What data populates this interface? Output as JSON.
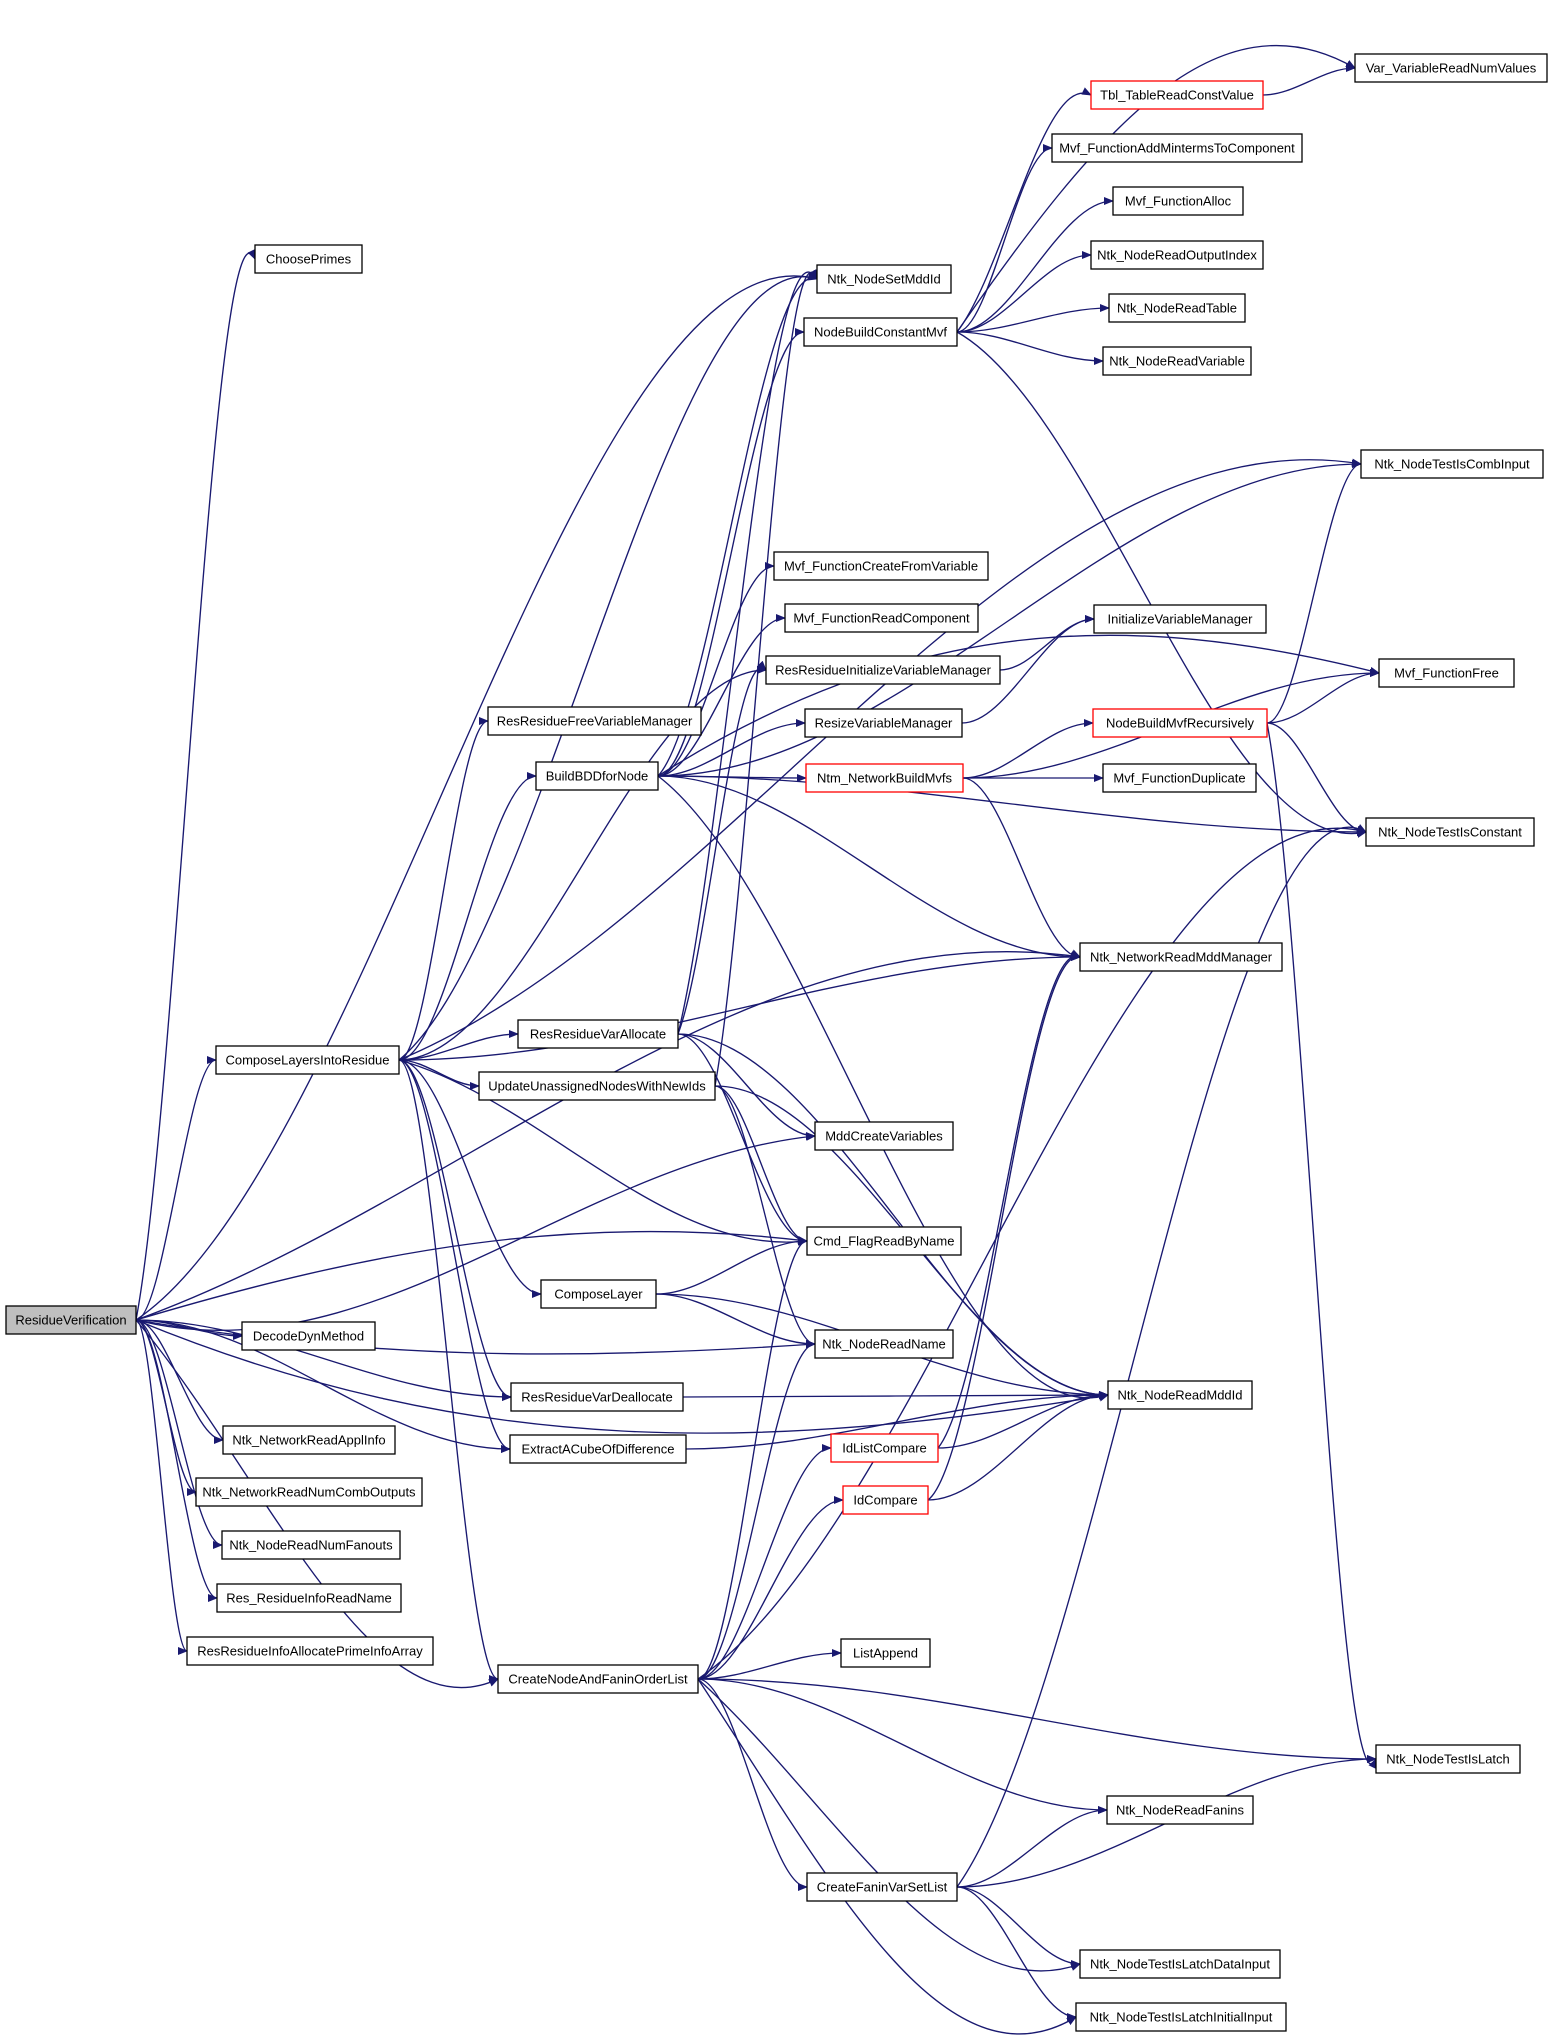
{
  "diagram": {
    "type": "call-graph",
    "colors": {
      "edge": "#191970",
      "node_border": "#000000",
      "truncated_node_border": "#ff0000",
      "root_fill": "#bfbfbf"
    },
    "nodes": [
      {
        "id": "ResidueVerification",
        "label": "ResidueVerification",
        "style": "root"
      },
      {
        "id": "ChoosePrimes",
        "label": "ChoosePrimes",
        "style": "normal"
      },
      {
        "id": "DecodeDynMethod",
        "label": "DecodeDynMethod",
        "style": "normal"
      },
      {
        "id": "Ntk_NetworkReadApplInfo",
        "label": "Ntk_NetworkReadApplInfo",
        "style": "normal"
      },
      {
        "id": "Ntk_NetworkReadNumCombOutputs",
        "label": "Ntk_NetworkReadNumCombOutputs",
        "style": "normal"
      },
      {
        "id": "Ntk_NodeReadNumFanouts",
        "label": "Ntk_NodeReadNumFanouts",
        "style": "normal"
      },
      {
        "id": "Res_ResidueInfoReadName",
        "label": "Res_ResidueInfoReadName",
        "style": "normal"
      },
      {
        "id": "ResResidueInfoAllocatePrimeInfoArray",
        "label": "ResResidueInfoAllocatePrimeInfoArray",
        "style": "normal"
      },
      {
        "id": "ComposeLayersIntoResidue",
        "label": "ComposeLayersIntoResidue",
        "style": "normal"
      },
      {
        "id": "ResResidueFreeVariableManager",
        "label": "ResResidueFreeVariableManager",
        "style": "normal"
      },
      {
        "id": "BuildBDDforNode",
        "label": "BuildBDDforNode",
        "style": "normal"
      },
      {
        "id": "ResResidueVarAllocate",
        "label": "ResResidueVarAllocate",
        "style": "normal"
      },
      {
        "id": "UpdateUnassignedNodesWithNewIds",
        "label": "UpdateUnassignedNodesWithNewIds",
        "style": "normal"
      },
      {
        "id": "ComposeLayer",
        "label": "ComposeLayer",
        "style": "normal"
      },
      {
        "id": "ResResidueVarDeallocate",
        "label": "ResResidueVarDeallocate",
        "style": "normal"
      },
      {
        "id": "ExtractACubeOfDifference",
        "label": "ExtractACubeOfDifference",
        "style": "normal"
      },
      {
        "id": "CreateNodeAndFaninOrderList",
        "label": "CreateNodeAndFaninOrderList",
        "style": "normal"
      },
      {
        "id": "Ntk_NodeSetMddId",
        "label": "Ntk_NodeSetMddId",
        "style": "normal"
      },
      {
        "id": "NodeBuildConstantMvf",
        "label": "NodeBuildConstantMvf",
        "style": "normal"
      },
      {
        "id": "Mvf_FunctionCreateFromVariable",
        "label": "Mvf_FunctionCreateFromVariable",
        "style": "normal"
      },
      {
        "id": "Mvf_FunctionReadComponent",
        "label": "Mvf_FunctionReadComponent",
        "style": "normal"
      },
      {
        "id": "ResResidueInitializeVariableManager",
        "label": "ResResidueInitializeVariableManager",
        "style": "normal"
      },
      {
        "id": "ResizeVariableManager",
        "label": "ResizeVariableManager",
        "style": "normal"
      },
      {
        "id": "Ntm_NetworkBuildMvfs",
        "label": "Ntm_NetworkBuildMvfs",
        "style": "truncated"
      },
      {
        "id": "MddCreateVariables",
        "label": "MddCreateVariables",
        "style": "normal"
      },
      {
        "id": "Cmd_FlagReadByName",
        "label": "Cmd_FlagReadByName",
        "style": "normal"
      },
      {
        "id": "Ntk_NodeReadName",
        "label": "Ntk_NodeReadName",
        "style": "normal"
      },
      {
        "id": "IdListCompare",
        "label": "IdListCompare",
        "style": "truncated"
      },
      {
        "id": "IdCompare",
        "label": "IdCompare",
        "style": "truncated"
      },
      {
        "id": "ListAppend",
        "label": "ListAppend",
        "style": "normal"
      },
      {
        "id": "CreateFaninVarSetList",
        "label": "CreateFaninVarSetList",
        "style": "normal"
      },
      {
        "id": "Tbl_TableReadConstValue",
        "label": "Tbl_TableReadConstValue",
        "style": "truncated"
      },
      {
        "id": "Mvf_FunctionAddMintermsToComponent",
        "label": "Mvf_FunctionAddMintermsToComponent",
        "style": "normal"
      },
      {
        "id": "Mvf_FunctionAlloc",
        "label": "Mvf_FunctionAlloc",
        "style": "normal"
      },
      {
        "id": "Ntk_NodeReadOutputIndex",
        "label": "Ntk_NodeReadOutputIndex",
        "style": "normal"
      },
      {
        "id": "Ntk_NodeReadTable",
        "label": "Ntk_NodeReadTable",
        "style": "normal"
      },
      {
        "id": "Ntk_NodeReadVariable",
        "label": "Ntk_NodeReadVariable",
        "style": "normal"
      },
      {
        "id": "InitializeVariableManager",
        "label": "InitializeVariableManager",
        "style": "normal"
      },
      {
        "id": "NodeBuildMvfRecursively",
        "label": "NodeBuildMvfRecursively",
        "style": "truncated"
      },
      {
        "id": "Mvf_FunctionDuplicate",
        "label": "Mvf_FunctionDuplicate",
        "style": "normal"
      },
      {
        "id": "Ntk_NetworkReadMddManager",
        "label": "Ntk_NetworkReadMddManager",
        "style": "normal"
      },
      {
        "id": "Ntk_NodeReadMddId",
        "label": "Ntk_NodeReadMddId",
        "style": "normal"
      },
      {
        "id": "Ntk_NodeReadFanins",
        "label": "Ntk_NodeReadFanins",
        "style": "normal"
      },
      {
        "id": "Ntk_NodeTestIsLatchDataInput",
        "label": "Ntk_NodeTestIsLatchDataInput",
        "style": "normal"
      },
      {
        "id": "Ntk_NodeTestIsLatchInitialInput",
        "label": "Ntk_NodeTestIsLatchInitialInput",
        "style": "normal"
      },
      {
        "id": "Var_VariableReadNumValues",
        "label": "Var_VariableReadNumValues",
        "style": "normal"
      },
      {
        "id": "Ntk_NodeTestIsCombInput",
        "label": "Ntk_NodeTestIsCombInput",
        "style": "normal"
      },
      {
        "id": "Mvf_FunctionFree",
        "label": "Mvf_FunctionFree",
        "style": "normal"
      },
      {
        "id": "Ntk_NodeTestIsConstant",
        "label": "Ntk_NodeTestIsConstant",
        "style": "normal"
      },
      {
        "id": "Ntk_NodeTestIsLatch",
        "label": "Ntk_NodeTestIsLatch",
        "style": "normal"
      }
    ],
    "edges": [
      [
        "ResidueVerification",
        "ChoosePrimes"
      ],
      [
        "ResidueVerification",
        "Ntk_NodeSetMddId"
      ],
      [
        "ResidueVerification",
        "ComposeLayersIntoResidue"
      ],
      [
        "ResidueVerification",
        "Ntk_NetworkReadMddManager"
      ],
      [
        "ResidueVerification",
        "Cmd_FlagReadByName"
      ],
      [
        "ResidueVerification",
        "MddCreateVariables"
      ],
      [
        "ResidueVerification",
        "Ntk_NodeReadName"
      ],
      [
        "ResidueVerification",
        "Ntk_NodeReadMddId"
      ],
      [
        "ResidueVerification",
        "ResResidueVarDeallocate"
      ],
      [
        "ResidueVerification",
        "ExtractACubeOfDifference"
      ],
      [
        "ResidueVerification",
        "DecodeDynMethod"
      ],
      [
        "ResidueVerification",
        "Ntk_NetworkReadApplInfo"
      ],
      [
        "ResidueVerification",
        "Ntk_NetworkReadNumCombOutputs"
      ],
      [
        "ResidueVerification",
        "Ntk_NodeReadNumFanouts"
      ],
      [
        "ResidueVerification",
        "Res_ResidueInfoReadName"
      ],
      [
        "ResidueVerification",
        "ResResidueInfoAllocatePrimeInfoArray"
      ],
      [
        "ResidueVerification",
        "CreateNodeAndFaninOrderList"
      ],
      [
        "ComposeLayersIntoResidue",
        "Ntk_NodeSetMddId"
      ],
      [
        "ComposeLayersIntoResidue",
        "Ntk_NodeTestIsCombInput"
      ],
      [
        "ComposeLayersIntoResidue",
        "ResResidueFreeVariableManager"
      ],
      [
        "ComposeLayersIntoResidue",
        "BuildBDDforNode"
      ],
      [
        "ComposeLayersIntoResidue",
        "ResResidueInitializeVariableManager"
      ],
      [
        "ComposeLayersIntoResidue",
        "Ntk_NetworkReadMddManager"
      ],
      [
        "ComposeLayersIntoResidue",
        "ResResidueVarAllocate"
      ],
      [
        "ComposeLayersIntoResidue",
        "UpdateUnassignedNodesWithNewIds"
      ],
      [
        "ComposeLayersIntoResidue",
        "Cmd_FlagReadByName"
      ],
      [
        "ComposeLayersIntoResidue",
        "ComposeLayer"
      ],
      [
        "ComposeLayersIntoResidue",
        "ResResidueVarDeallocate"
      ],
      [
        "ComposeLayersIntoResidue",
        "ExtractACubeOfDifference"
      ],
      [
        "ComposeLayersIntoResidue",
        "CreateNodeAndFaninOrderList"
      ],
      [
        "BuildBDDforNode",
        "Ntk_NodeSetMddId"
      ],
      [
        "BuildBDDforNode",
        "NodeBuildConstantMvf"
      ],
      [
        "BuildBDDforNode",
        "Ntk_NodeTestIsCombInput"
      ],
      [
        "BuildBDDforNode",
        "Mvf_FunctionCreateFromVariable"
      ],
      [
        "BuildBDDforNode",
        "Mvf_FunctionReadComponent"
      ],
      [
        "BuildBDDforNode",
        "Mvf_FunctionFree"
      ],
      [
        "BuildBDDforNode",
        "ResizeVariableManager"
      ],
      [
        "BuildBDDforNode",
        "Ntm_NetworkBuildMvfs"
      ],
      [
        "BuildBDDforNode",
        "Ntk_NodeTestIsConstant"
      ],
      [
        "BuildBDDforNode",
        "Ntk_NetworkReadMddManager"
      ],
      [
        "BuildBDDforNode",
        "Ntk_NodeReadMddId"
      ],
      [
        "NodeBuildConstantMvf",
        "Tbl_TableReadConstValue"
      ],
      [
        "NodeBuildConstantMvf",
        "Var_VariableReadNumValues"
      ],
      [
        "NodeBuildConstantMvf",
        "Mvf_FunctionAddMintermsToComponent"
      ],
      [
        "NodeBuildConstantMvf",
        "Mvf_FunctionAlloc"
      ],
      [
        "NodeBuildConstantMvf",
        "Ntk_NodeReadOutputIndex"
      ],
      [
        "NodeBuildConstantMvf",
        "Ntk_NodeReadTable"
      ],
      [
        "NodeBuildConstantMvf",
        "Ntk_NodeReadVariable"
      ],
      [
        "NodeBuildConstantMvf",
        "Ntk_NodeTestIsConstant"
      ],
      [
        "Tbl_TableReadConstValue",
        "Var_VariableReadNumValues"
      ],
      [
        "ResResidueInitializeVariableManager",
        "InitializeVariableManager"
      ],
      [
        "ResizeVariableManager",
        "InitializeVariableManager"
      ],
      [
        "Ntm_NetworkBuildMvfs",
        "NodeBuildMvfRecursively"
      ],
      [
        "Ntm_NetworkBuildMvfs",
        "Mvf_FunctionDuplicate"
      ],
      [
        "Ntm_NetworkBuildMvfs",
        "Mvf_FunctionFree"
      ],
      [
        "Ntm_NetworkBuildMvfs",
        "Ntk_NetworkReadMddManager"
      ],
      [
        "NodeBuildMvfRecursively",
        "Mvf_FunctionFree"
      ],
      [
        "NodeBuildMvfRecursively",
        "Ntk_NodeTestIsCombInput"
      ],
      [
        "NodeBuildMvfRecursively",
        "Ntk_NodeTestIsConstant"
      ],
      [
        "NodeBuildMvfRecursively",
        "Ntk_NodeTestIsLatch"
      ],
      [
        "ResResidueVarAllocate",
        "ResResidueInitializeVariableManager"
      ],
      [
        "ResResidueVarAllocate",
        "Ntk_NodeSetMddId"
      ],
      [
        "ResResidueVarAllocate",
        "MddCreateVariables"
      ],
      [
        "ResResidueVarAllocate",
        "Cmd_FlagReadByName"
      ],
      [
        "ResResidueVarAllocate",
        "Ntk_NodeReadMddId"
      ],
      [
        "UpdateUnassignedNodesWithNewIds",
        "Ntk_NodeSetMddId"
      ],
      [
        "UpdateUnassignedNodesWithNewIds",
        "Cmd_FlagReadByName"
      ],
      [
        "UpdateUnassignedNodesWithNewIds",
        "Ntk_NodeReadName"
      ],
      [
        "UpdateUnassignedNodesWithNewIds",
        "Ntk_NodeReadMddId"
      ],
      [
        "ComposeLayer",
        "Cmd_FlagReadByName"
      ],
      [
        "ComposeLayer",
        "Ntk_NodeReadName"
      ],
      [
        "ComposeLayer",
        "Ntk_NodeReadMddId"
      ],
      [
        "ResResidueVarDeallocate",
        "Ntk_NodeReadMddId"
      ],
      [
        "ExtractACubeOfDifference",
        "Ntk_NodeReadMddId"
      ],
      [
        "CreateNodeAndFaninOrderList",
        "Cmd_FlagReadByName"
      ],
      [
        "CreateNodeAndFaninOrderList",
        "Ntk_NodeReadName"
      ],
      [
        "CreateNodeAndFaninOrderList",
        "IdListCompare"
      ],
      [
        "CreateNodeAndFaninOrderList",
        "IdCompare"
      ],
      [
        "CreateNodeAndFaninOrderList",
        "ListAppend"
      ],
      [
        "CreateNodeAndFaninOrderList",
        "Ntk_NodeTestIsConstant"
      ],
      [
        "CreateNodeAndFaninOrderList",
        "Ntk_NodeTestIsLatch"
      ],
      [
        "CreateNodeAndFaninOrderList",
        "Ntk_NodeReadFanins"
      ],
      [
        "CreateNodeAndFaninOrderList",
        "CreateFaninVarSetList"
      ],
      [
        "CreateNodeAndFaninOrderList",
        "Ntk_NodeTestIsLatchDataInput"
      ],
      [
        "CreateNodeAndFaninOrderList",
        "Ntk_NodeTestIsLatchInitialInput"
      ],
      [
        "IdListCompare",
        "Ntk_NetworkReadMddManager"
      ],
      [
        "IdListCompare",
        "Ntk_NodeReadMddId"
      ],
      [
        "IdCompare",
        "Ntk_NetworkReadMddManager"
      ],
      [
        "IdCompare",
        "Ntk_NodeReadMddId"
      ],
      [
        "CreateFaninVarSetList",
        "Ntk_NodeReadFanins"
      ],
      [
        "CreateFaninVarSetList",
        "Ntk_NodeTestIsConstant"
      ],
      [
        "CreateFaninVarSetList",
        "Ntk_NodeTestIsLatch"
      ],
      [
        "CreateFaninVarSetList",
        "Ntk_NodeTestIsLatchDataInput"
      ],
      [
        "CreateFaninVarSetList",
        "Ntk_NodeTestIsLatchInitialInput"
      ]
    ]
  }
}
